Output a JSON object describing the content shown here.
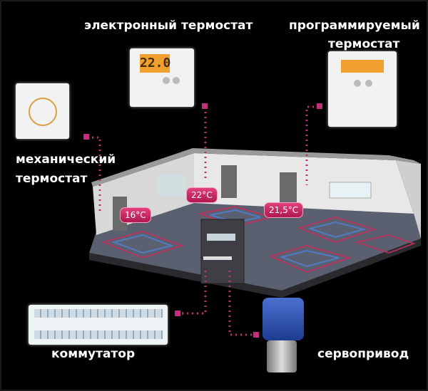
{
  "labels": {
    "electronic": "электронный термостат",
    "programmable_1": "программируемый",
    "programmable_2": "термостат",
    "mechanical_1": "механический",
    "mechanical_2": "термостат",
    "commutator": "коммутатор",
    "servo": "сервопривод"
  },
  "temperatures": {
    "room_left": "16°C",
    "room_middle": "22°C",
    "room_right": "21,5°C"
  },
  "electronic_display": "22.0",
  "colors": {
    "accent": "#c8245a",
    "dots": "#c0307a"
  }
}
